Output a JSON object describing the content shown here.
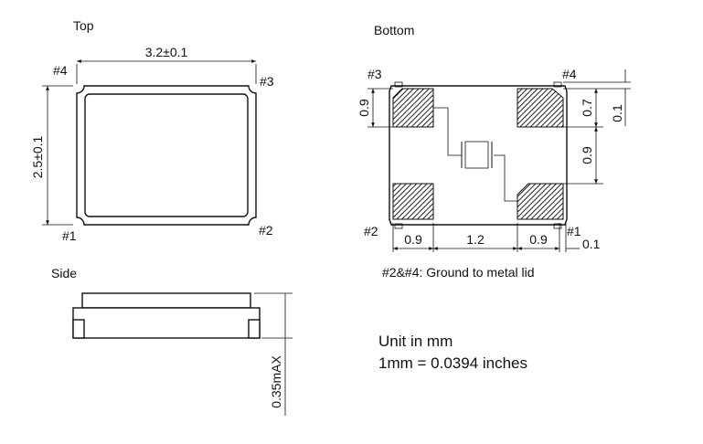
{
  "views": {
    "top": {
      "title": "Top",
      "width_dim": "3.2±0.1",
      "height_dim": "2.5±0.1",
      "pins": {
        "p1": "#1",
        "p2": "#2",
        "p3": "#3",
        "p4": "#4"
      }
    },
    "bottom": {
      "title": "Bottom",
      "pins": {
        "p1": "#1",
        "p2": "#2",
        "p3": "#3",
        "p4": "#4"
      },
      "dims": {
        "pad_h_left": "0.9",
        "pad_gap": "1.2",
        "pad_h_right": "0.9",
        "edge_bottom": "0.1",
        "pad_v_top_left": "0.9",
        "pad_v_right": "0.7",
        "edge_right": "0.1",
        "pad_gap_v": "0.9"
      },
      "note": "#2&#4: Ground to metal lid"
    },
    "side": {
      "title": "Side",
      "max_height": "0.35mAX"
    }
  },
  "units": {
    "line1": "Unit in mm",
    "line2": "1mm = 0.0394 inches"
  }
}
